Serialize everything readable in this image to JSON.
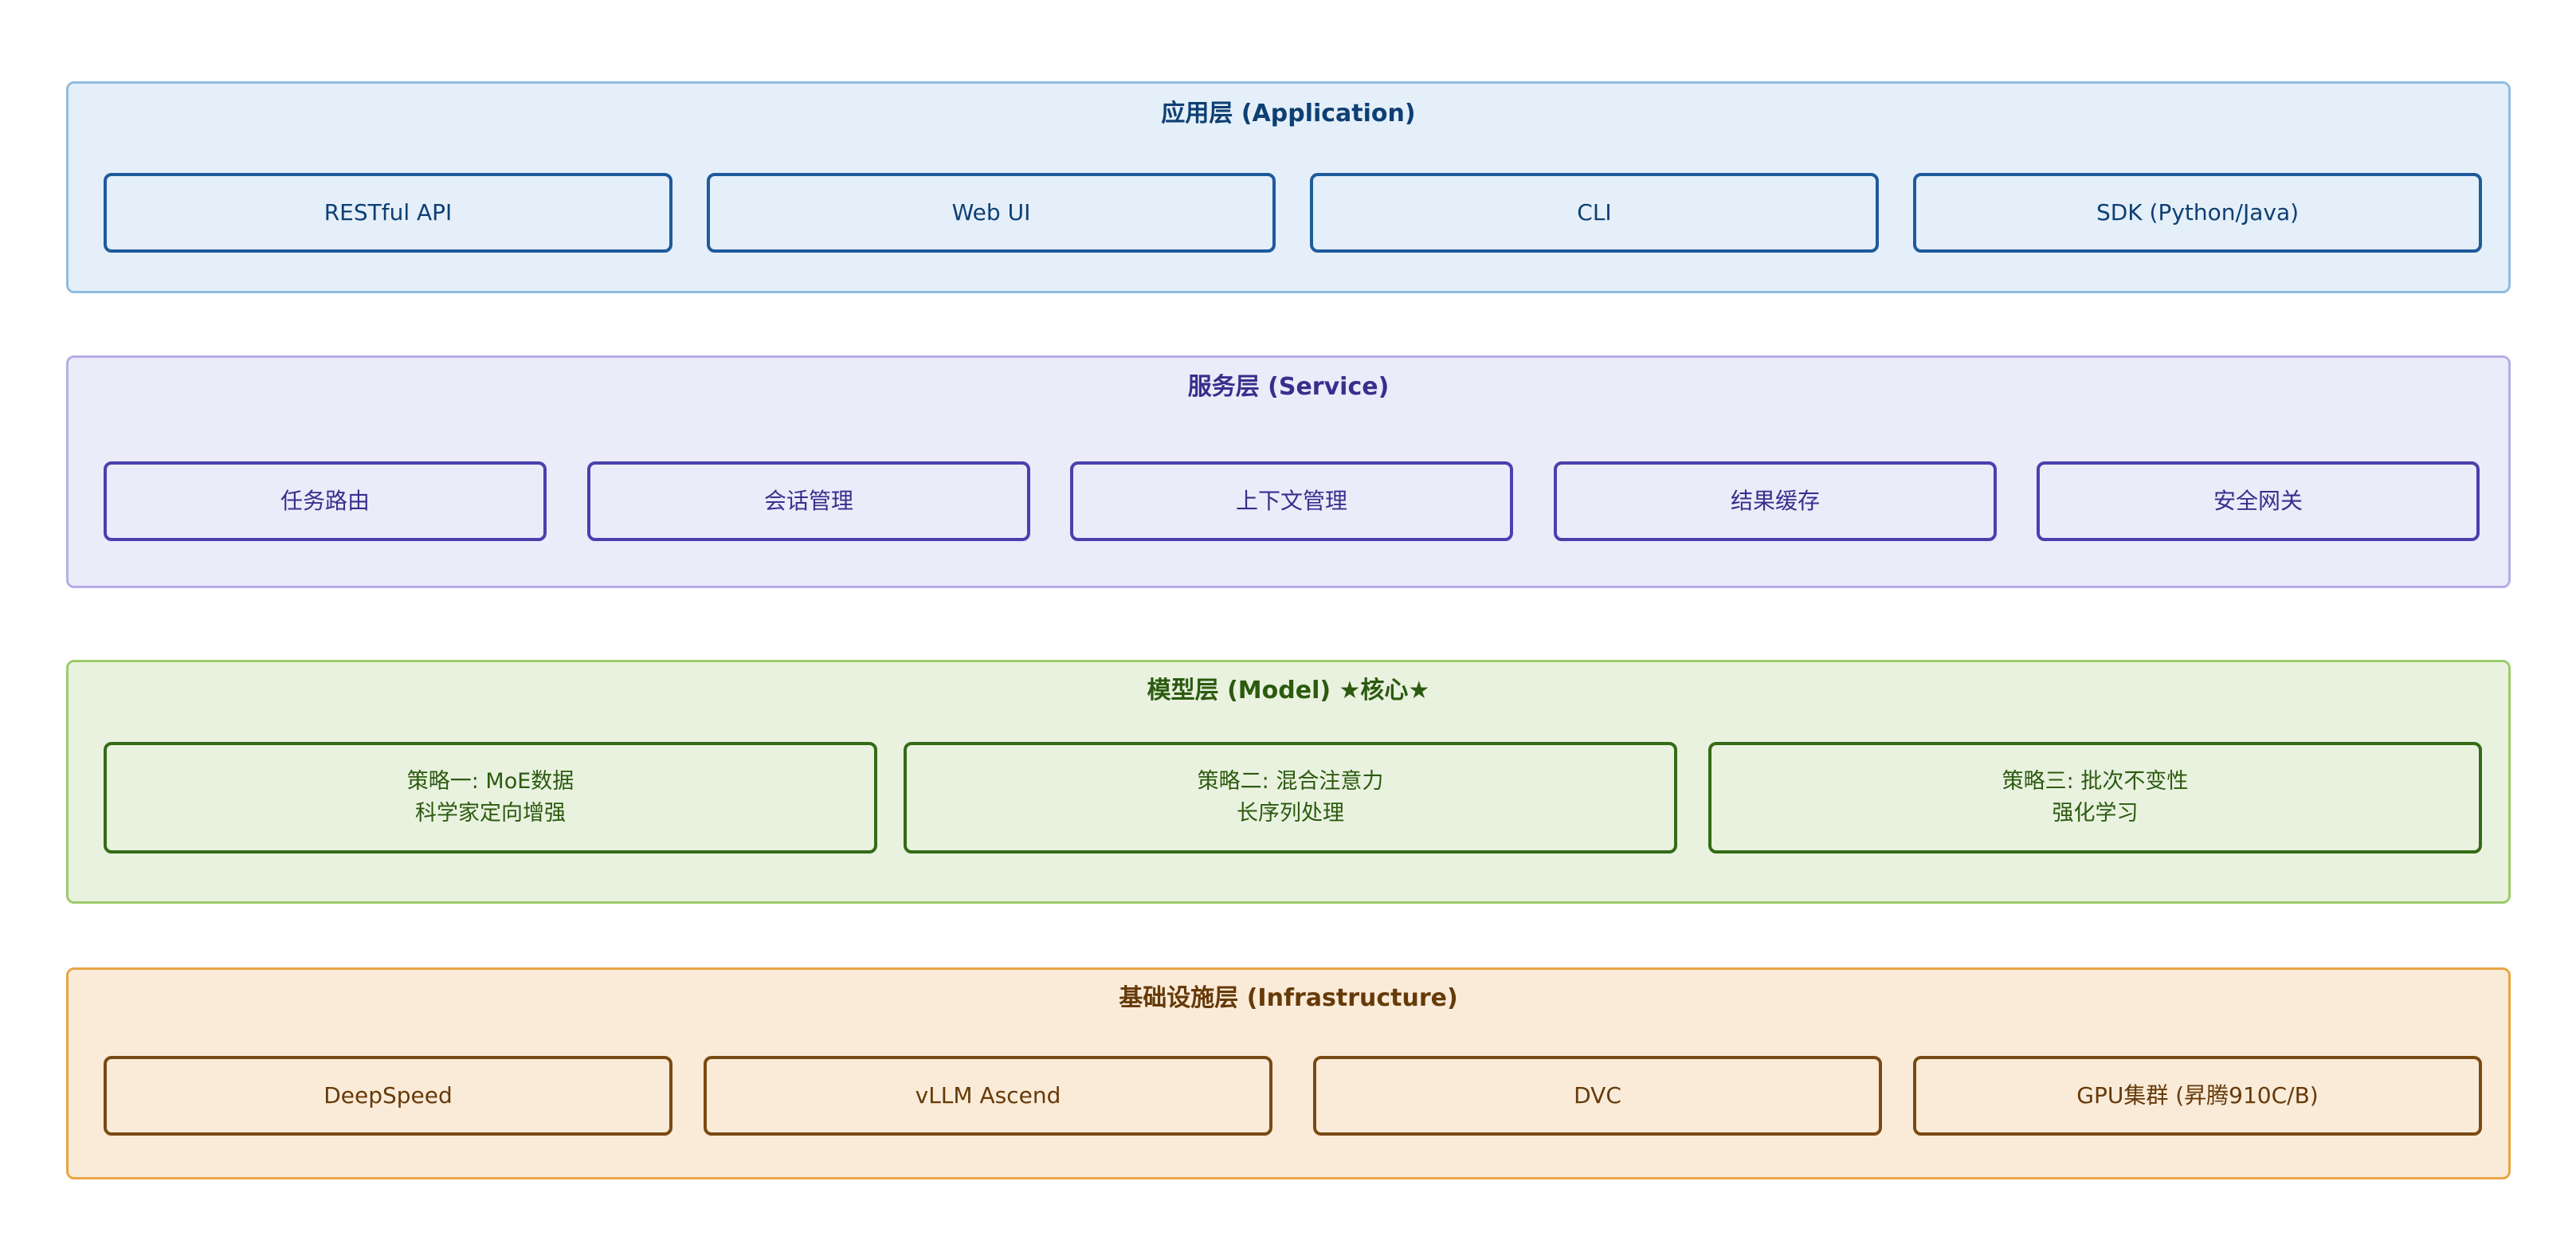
{
  "layers": {
    "application": {
      "title": "应用层 (Application)",
      "items": [
        "RESTful API",
        "Web UI",
        "CLI",
        "SDK (Python/Java)"
      ]
    },
    "service": {
      "title": "服务层 (Service)",
      "items": [
        "任务路由",
        "会话管理",
        "上下文管理",
        "结果缓存",
        "安全网关"
      ]
    },
    "model": {
      "title": "模型层 (Model) ★核心★",
      "items": [
        {
          "line1": "策略一: MoE数据",
          "line2": "科学家定向增强"
        },
        {
          "line1": "策略二: 混合注意力",
          "line2": "长序列处理"
        },
        {
          "line1": "策略三: 批次不变性",
          "line2": "强化学习"
        }
      ]
    },
    "infrastructure": {
      "title": "基础设施层 (Infrastructure)",
      "items": [
        "DeepSpeed",
        "vLLM Ascend",
        "DVC",
        "GPU集群 (昇腾910C/B)"
      ]
    }
  },
  "colors": {
    "application": {
      "fill": "#e4eff9",
      "border": "#90bde0",
      "box_border": "#1f5a9c",
      "text": "#0e3f73"
    },
    "service": {
      "fill": "#ecebfa",
      "border": "#b3aee6",
      "box_border": "#4a40ad",
      "text": "#3a2e8c"
    },
    "model": {
      "fill": "#e9f2df",
      "border": "#9ccb6e",
      "box_border": "#356b16",
      "text": "#2c5a0f"
    },
    "infrastructure": {
      "fill": "#faebd9",
      "border": "#e8a543",
      "box_border": "#7a4a14",
      "text": "#663a08"
    }
  }
}
